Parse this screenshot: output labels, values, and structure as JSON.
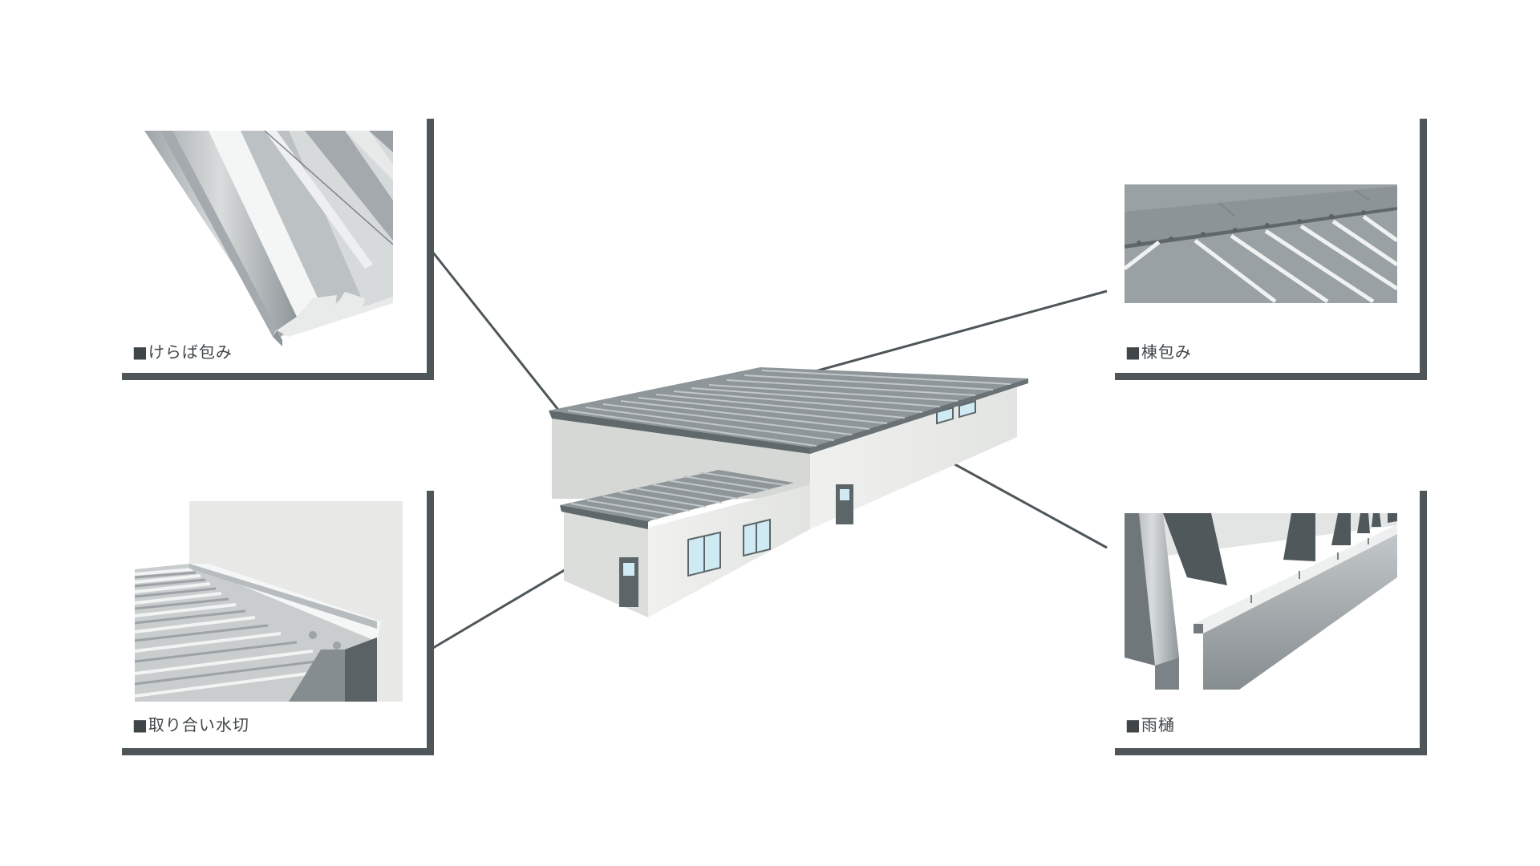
{
  "captions": {
    "top_left": "■けらば包み",
    "bottom_left": "■取り合い水切",
    "top_right": "■棟包み",
    "bottom_right": "■雨樋"
  },
  "colors": {
    "frame": "#4e5659",
    "roof": "#8d9599",
    "roof_dark": "#6f777b",
    "wall_light": "#e8eae8",
    "wall_shade": "#d3d5d3",
    "door": "#5c6568",
    "window": "#cfeaf3",
    "leader": "#4e5659"
  }
}
